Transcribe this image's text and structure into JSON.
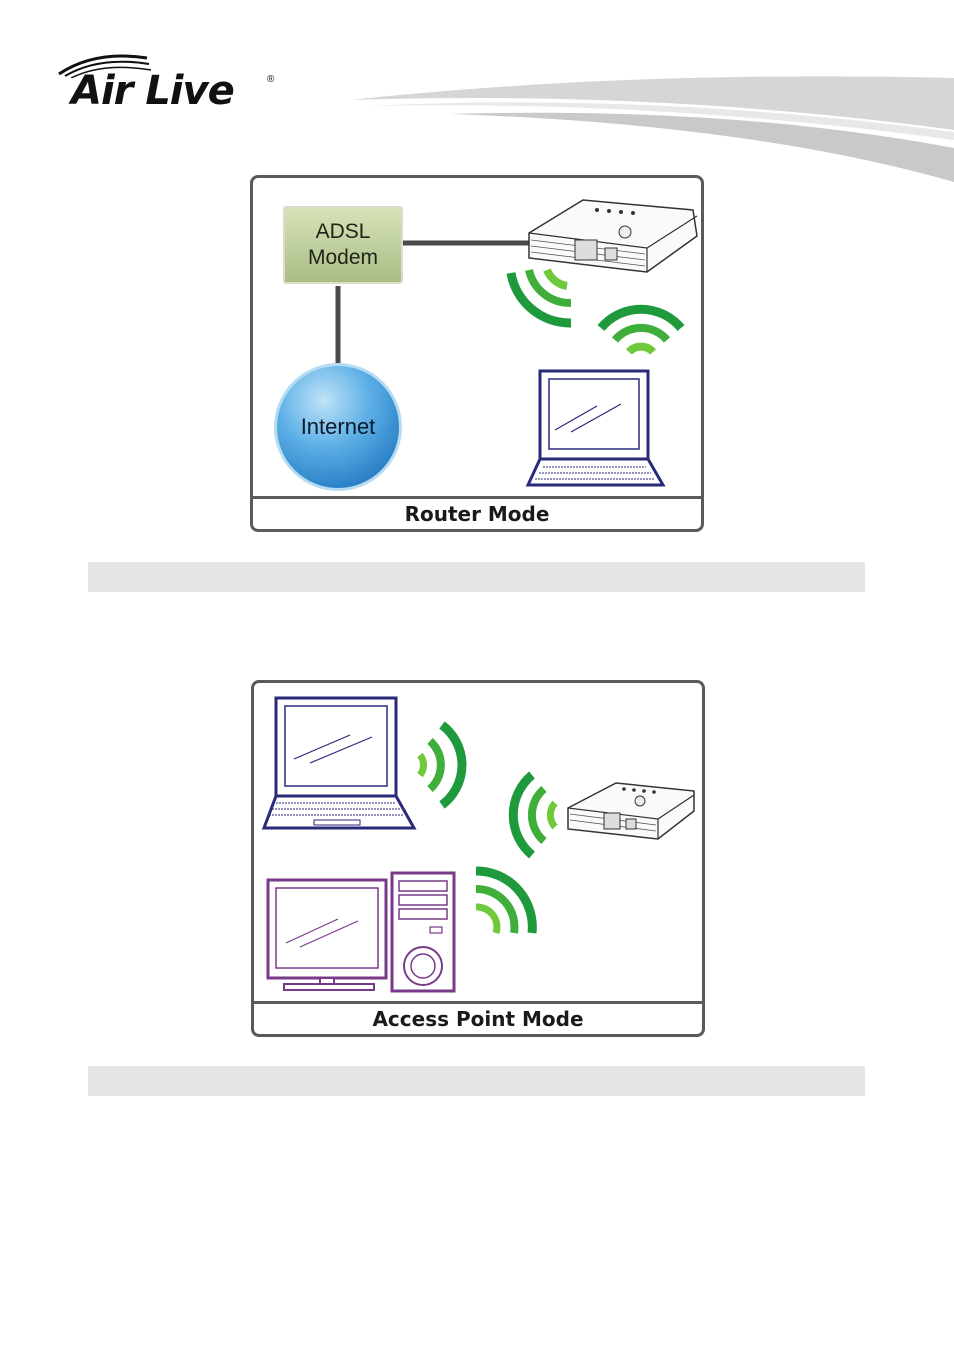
{
  "header": {
    "logo_text": "Air Live",
    "logo_registered_mark": "®"
  },
  "figures": [
    {
      "caption": "Router Mode",
      "modem_label_line1": "ADSL",
      "modem_label_line2": "Modem",
      "internet_label": "Internet"
    },
    {
      "caption": "Access Point Mode"
    }
  ],
  "colors": {
    "frame": "#5a5a5a",
    "wifi_dark": "#1e9a3c",
    "wifi_light": "#6fc93a",
    "laptop": "#2a2a7a",
    "desktop": "#7a3a8a",
    "bar": "#e6e6e6"
  }
}
